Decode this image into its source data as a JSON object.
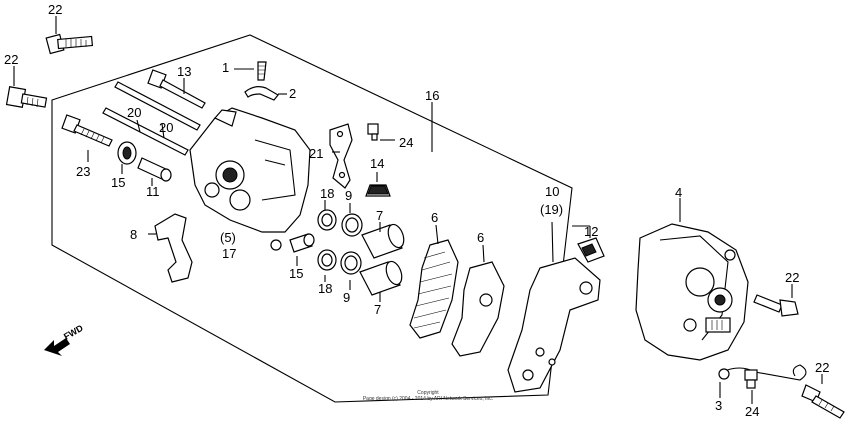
{
  "diagram": {
    "labels": {
      "p1": "1",
      "p2": "2",
      "p3": "3",
      "p4": "4",
      "p5": "(5)",
      "p6a": "6",
      "p6b": "6",
      "p7a": "7",
      "p7b": "7",
      "p8": "8",
      "p9a": "9",
      "p9b": "9",
      "p10": "10",
      "p19": "(19)",
      "p11": "11",
      "p12": "12",
      "p13": "13",
      "p14": "14",
      "p15a": "15",
      "p15b": "15",
      "p16": "16",
      "p17": "17",
      "p18a": "18",
      "p18b": "18",
      "p20a": "20",
      "p20b": "20",
      "p21": "21",
      "p22a": "22",
      "p22b": "22",
      "p22c": "22",
      "p22d": "22",
      "p23": "23",
      "p24a": "24",
      "p24b": "24"
    },
    "fwd": "FWD",
    "copyright_line1": "Copyright",
    "copyright_line2": "Page design (c) 2004 - 2014 by ARI Network Services, Inc."
  }
}
